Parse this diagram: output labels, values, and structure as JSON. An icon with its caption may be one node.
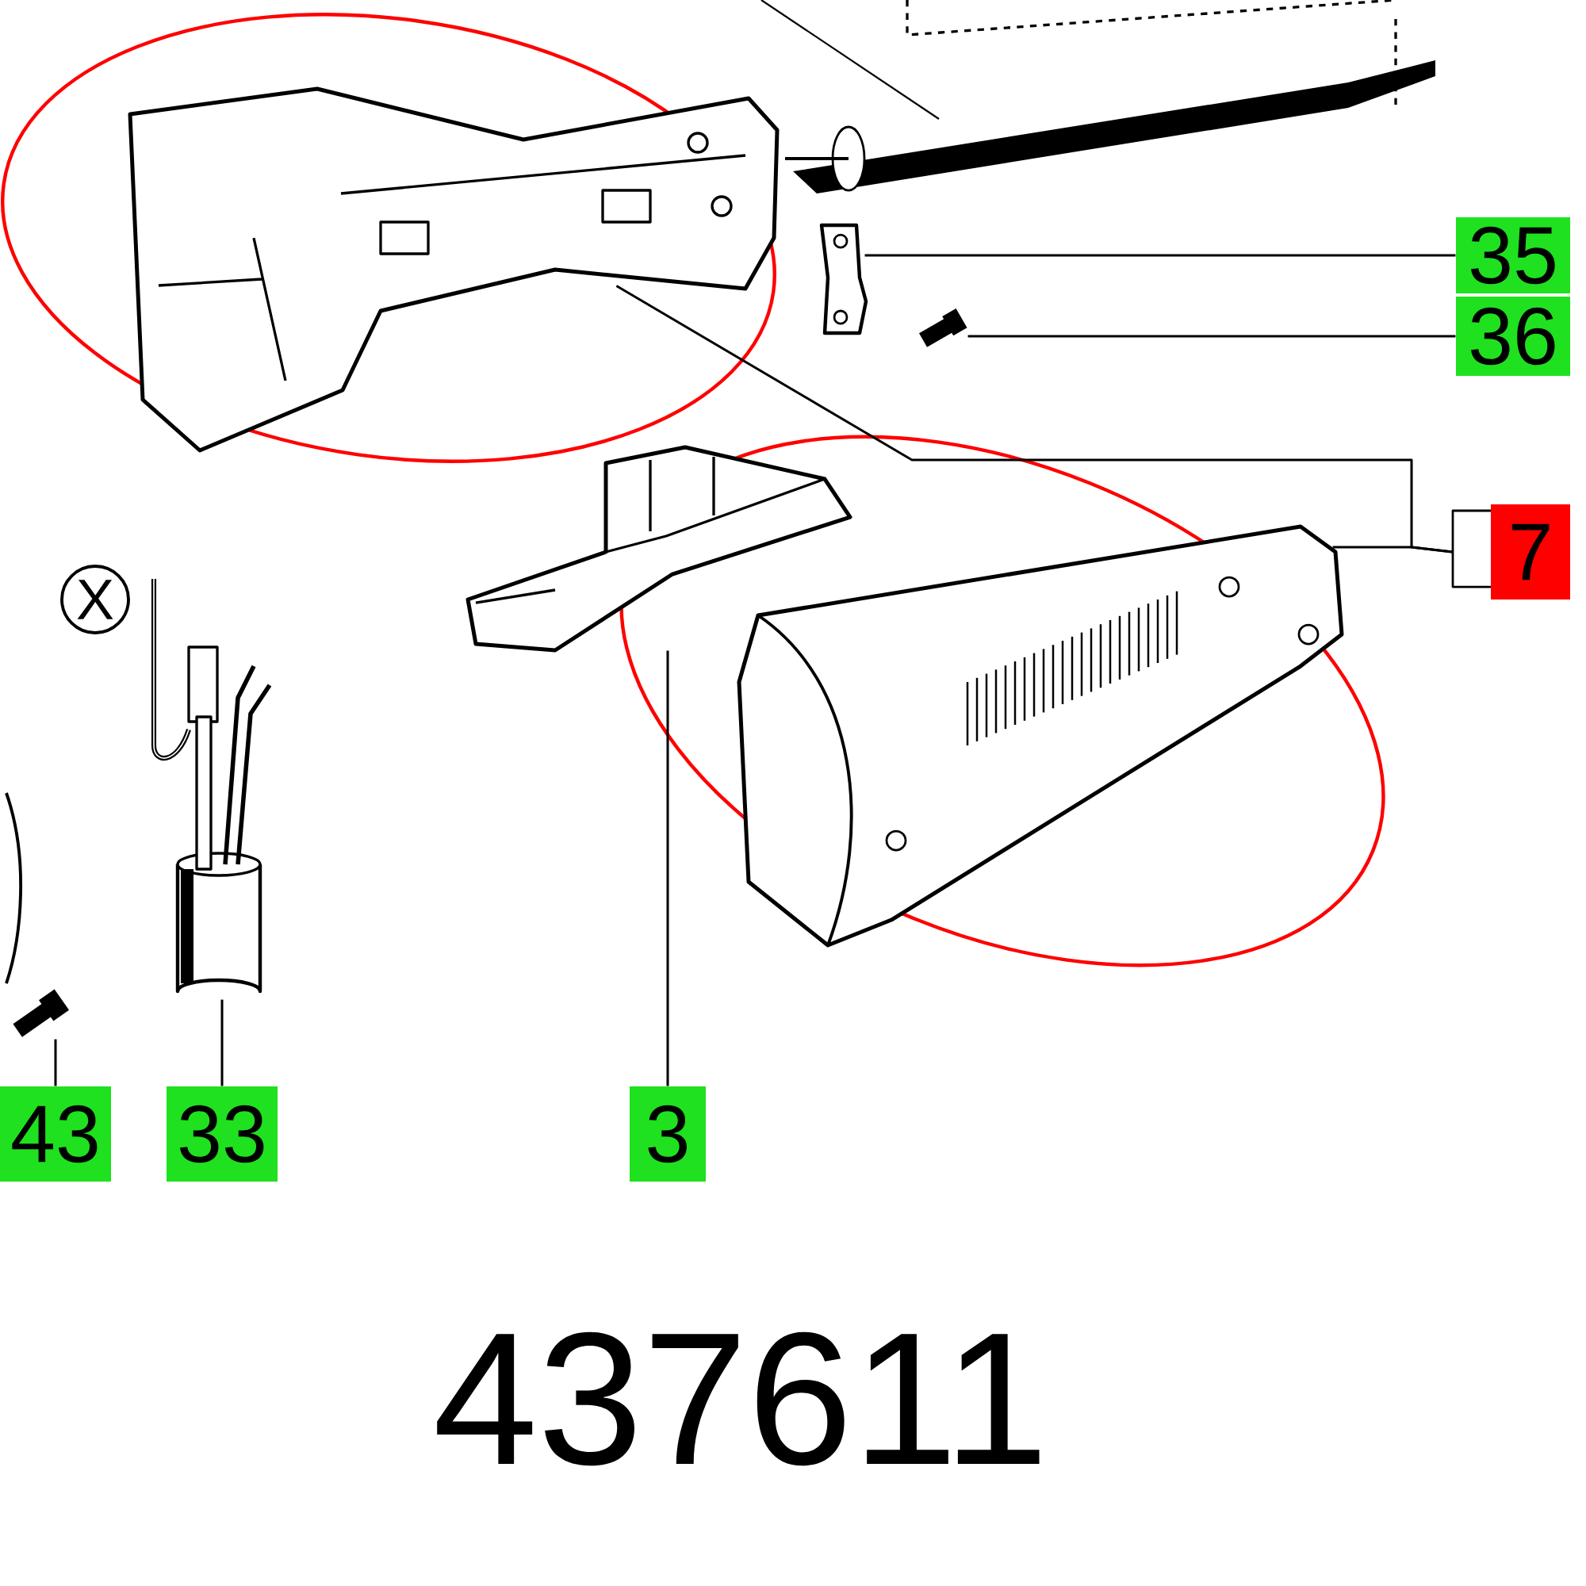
{
  "diagram": {
    "title": "437611",
    "nodes": [
      {
        "text": [
          "35"
        ]
      },
      {
        "text": [
          "36"
        ]
      },
      {
        "text": [
          "7"
        ]
      },
      {
        "text": [
          "43"
        ]
      },
      {
        "text": [
          "33"
        ]
      },
      {
        "text": [
          "3"
        ]
      },
      {
        "text": [],
        "shape": "picture"
      },
      {
        "text": [],
        "shape": "picture"
      },
      {
        "text": [],
        "shape": "picture"
      },
      {
        "text": [],
        "shape": "picture"
      },
      {
        "text": [],
        "shape": "picture"
      },
      {
        "text": [],
        "shape": "picture"
      },
      {
        "text": [],
        "shape": "picture"
      }
    ],
    "edges": [
      {
        "from": 0,
        "to": 6,
        "arrow": "none"
      },
      {
        "from": 1,
        "to": 7,
        "arrow": "none"
      },
      {
        "from": 2,
        "to": 8,
        "arrow": "none"
      },
      {
        "from": 2,
        "to": 9,
        "arrow": "none"
      },
      {
        "from": 3,
        "to": 10,
        "arrow": "none"
      },
      {
        "from": 4,
        "to": 11,
        "arrow": "none"
      },
      {
        "from": 5,
        "to": 12,
        "arrow": "none"
      }
    ],
    "labels": [
      "X"
    ]
  }
}
